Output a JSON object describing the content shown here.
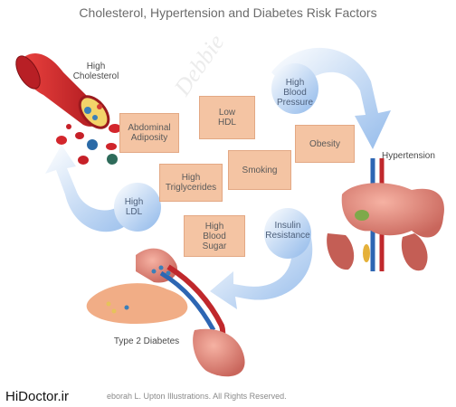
{
  "title": "Cholesterol, Hypertension and Diabetes Risk Factors",
  "labels": {
    "high_cholesterol": "High\nCholesterol",
    "hypertension": "Hypertension",
    "type2_diabetes": "Type 2 Diabetes"
  },
  "bubbles": {
    "high_blood_pressure": "High\nBlood\nPressure",
    "high_ldl": "High\nLDL",
    "insulin_resistance": "Insulin\nResistance"
  },
  "factors": {
    "abdominal_adiposity": "Abdominal\nAdiposity",
    "low_hdl": "Low\nHDL",
    "obesity": "Obesity",
    "high_triglycerides": "High\nTriglycerides",
    "smoking": "Smoking",
    "high_blood_sugar": "High\nBlood\nSugar"
  },
  "footer": "eborah L. Upton Illustrations. All Rights Reserved.",
  "brand": "HiDoctor.ir",
  "colors": {
    "arrow_blue": "#9ec3ee",
    "factor_box": "#f4c4a3",
    "vessel_red": "#c8232a",
    "organ_pink": "#e58f84"
  }
}
